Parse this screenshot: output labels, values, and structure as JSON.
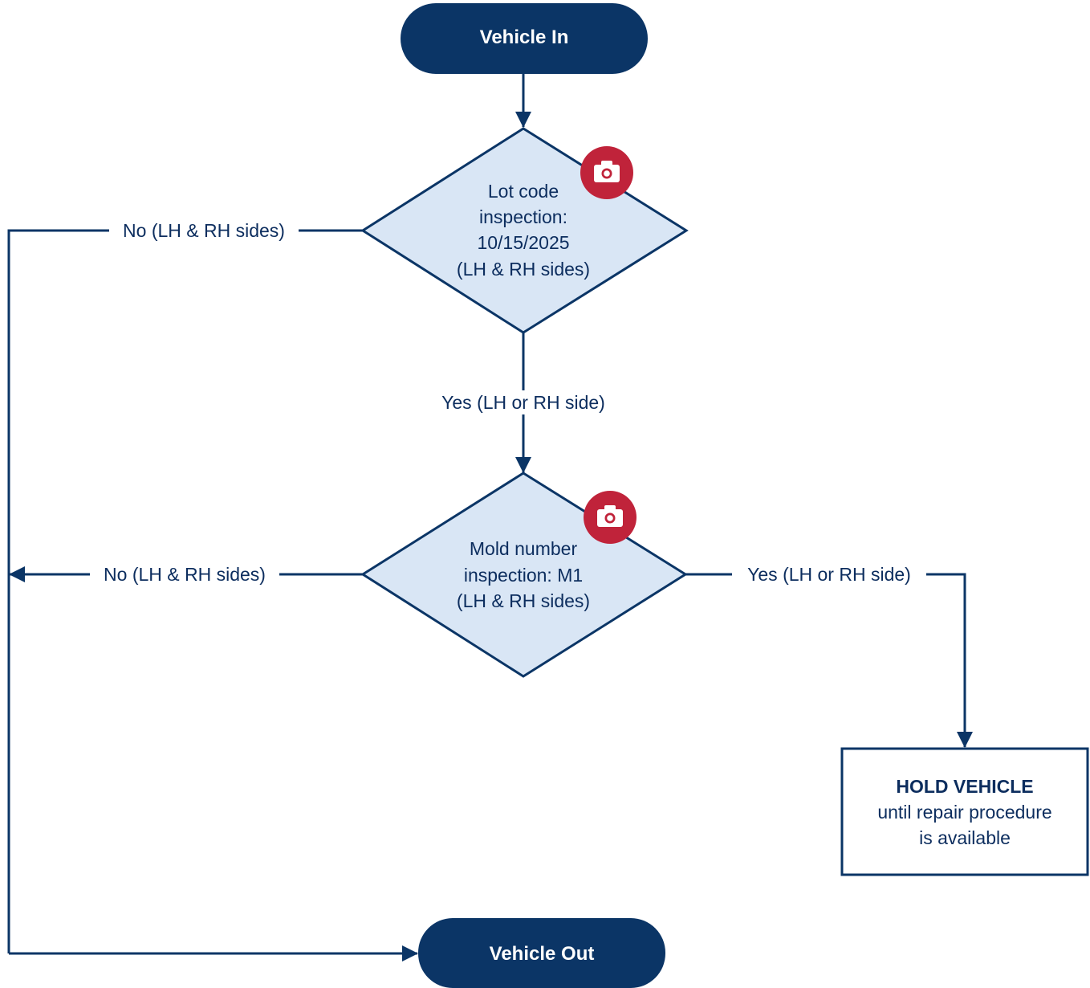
{
  "nodes": {
    "start": {
      "label": "Vehicle In"
    },
    "lot_code": {
      "lines": [
        "Lot code",
        "inspection:",
        "10/15/2025",
        "(LH & RH sides)"
      ]
    },
    "mold": {
      "lines": [
        "Mold number",
        "inspection: M1",
        "(LH & RH sides)"
      ]
    },
    "hold": {
      "title": "HOLD VEHICLE",
      "lines": [
        "until repair procedure",
        "is available"
      ]
    },
    "end": {
      "label": "Vehicle Out"
    }
  },
  "edges": {
    "lot_no": "No (LH & RH sides)",
    "lot_yes": "Yes (LH or RH side)",
    "mold_no": "No (LH & RH sides)",
    "mold_yes": "Yes (LH or RH side)"
  },
  "icons": {
    "lot_camera": "camera-icon",
    "mold_camera": "camera-icon"
  },
  "colors": {
    "primary": "#0b3566",
    "diamond_fill": "#d9e6f5",
    "camera_badge": "#c0233a"
  }
}
